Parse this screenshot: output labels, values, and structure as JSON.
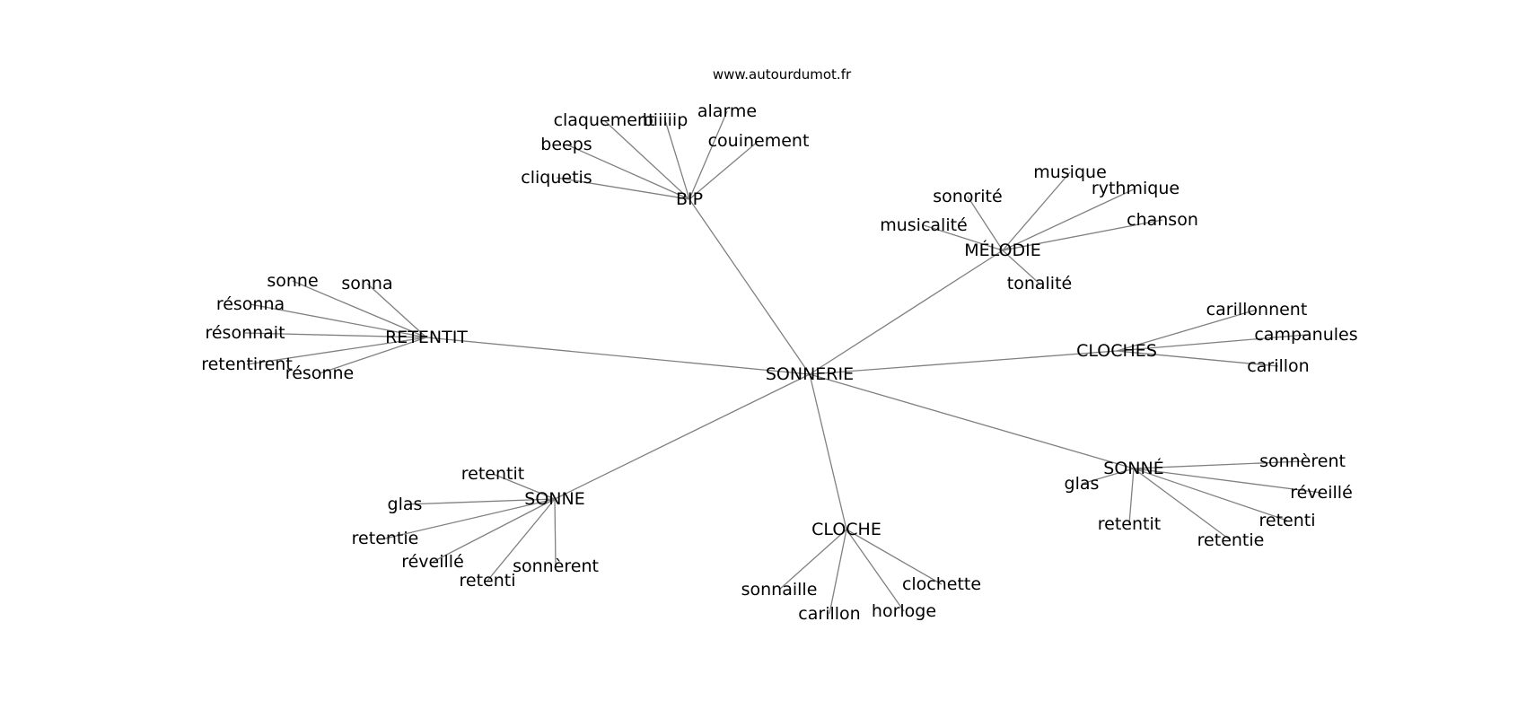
{
  "watermark": "www.autourdumot.fr",
  "colors": {
    "edge": "#808080",
    "text": "#000000",
    "background": "#ffffff"
  },
  "root": {
    "id": "sonnerie",
    "label": "SONNERIE"
  },
  "hubs": [
    {
      "id": "bip",
      "label": "BIP",
      "leaves": [
        "claquement",
        "biiiiip",
        "alarme",
        "couinement",
        "beeps",
        "cliquetis"
      ]
    },
    {
      "id": "melodie",
      "label": "MÉLODIE",
      "leaves": [
        "musique",
        "sonorité",
        "rythmique",
        "chanson",
        "musicalité",
        "tonalité"
      ]
    },
    {
      "id": "retentit",
      "label": "RETENTIT",
      "leaves": [
        "sonne",
        "sonna",
        "résonna",
        "résonnait",
        "retentirent",
        "résonne"
      ]
    },
    {
      "id": "cloches",
      "label": "CLOCHES",
      "leaves": [
        "carillonnent",
        "campanules",
        "carillon"
      ]
    },
    {
      "id": "sonne-accent",
      "label": "SONNÉ",
      "leaves": [
        "sonnèrent",
        "glas",
        "réveillé",
        "retenti",
        "retentit",
        "retentie"
      ]
    },
    {
      "id": "sonne",
      "label": "SONNE",
      "leaves": [
        "retentit",
        "glas",
        "retentie",
        "réveillé",
        "sonnèrent",
        "retenti"
      ]
    },
    {
      "id": "cloche",
      "label": "CLOCHE",
      "leaves": [
        "clochette",
        "sonnaille",
        "horloge",
        "carillon"
      ]
    }
  ]
}
